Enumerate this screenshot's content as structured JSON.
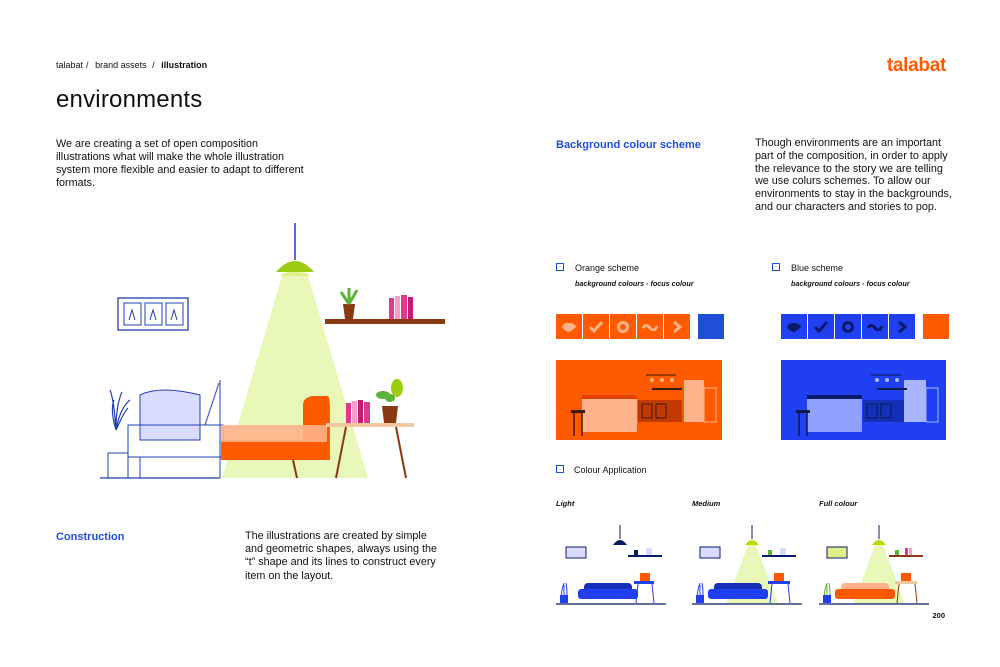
{
  "breadcrumb": {
    "item1": "talabat",
    "item2": "brand assets",
    "current": "illustration"
  },
  "logo": "talabat",
  "title": "environments",
  "intro": "We are creating a set of open composition illustrations what will make the whole illustration system more flexible and easier to adapt to different formats.",
  "construction": {
    "heading": "Construction",
    "text": "The illustrations are created by simple and geometric shapes, always using the “t” shape and its lines to construct every item on the layout."
  },
  "background": {
    "heading": "Background colour scheme",
    "text": "Though environments are an important part of the composition, in order to apply the relevance to the story we are telling we use colurs schemes. To allow our environments to stay in the backgrounds, and our characters and stories to pop."
  },
  "schemes": {
    "orange": {
      "label": "Orange scheme",
      "subtitle": "background colours - focus colour",
      "color": "#ff5a00",
      "focus": "#1f4fd6"
    },
    "blue": {
      "label": "Blue scheme",
      "subtitle": "background colours - focus colour",
      "color": "#1f3ff0",
      "focus": "#ff5a00"
    }
  },
  "application": {
    "label": "Colour Application",
    "levels": [
      "Light",
      "Medium",
      "Full colour"
    ]
  },
  "page_number": "200",
  "colors": {
    "accent_blue": "#1f4fd6",
    "brand_orange": "#ff5a00",
    "lamp_glow": "#e9f7b8"
  }
}
